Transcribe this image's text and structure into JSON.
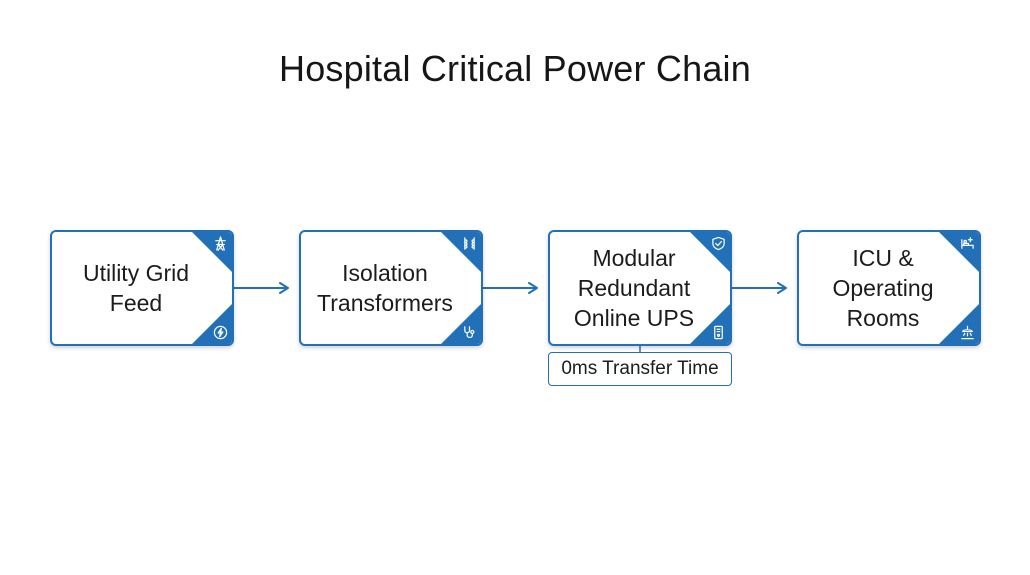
{
  "title": "Hospital Critical Power Chain",
  "colors": {
    "accent": "#2271b8",
    "text": "#1c1c1c",
    "background": "#ffffff"
  },
  "nodes": [
    {
      "label": "Utility Grid\nFeed",
      "icon_top": "power-pylon-icon",
      "icon_bottom": "lightning-bolt-icon"
    },
    {
      "label": "Isolation\nTransformers",
      "icon_top": "coil-icon",
      "icon_bottom": "stethoscope-icon"
    },
    {
      "label": "Modular\nRedundant\nOnline UPS",
      "icon_top": "shield-check-icon",
      "icon_bottom": "ups-battery-icon"
    },
    {
      "label": "ICU &\nOperating\nRooms",
      "icon_top": "hospital-bed-icon",
      "icon_bottom": "surgical-light-icon"
    }
  ],
  "connections": [
    {
      "from": 0,
      "to": 1
    },
    {
      "from": 1,
      "to": 2
    },
    {
      "from": 2,
      "to": 3
    }
  ],
  "annotation": {
    "attached_to": 2,
    "text": "0ms Transfer Time"
  }
}
